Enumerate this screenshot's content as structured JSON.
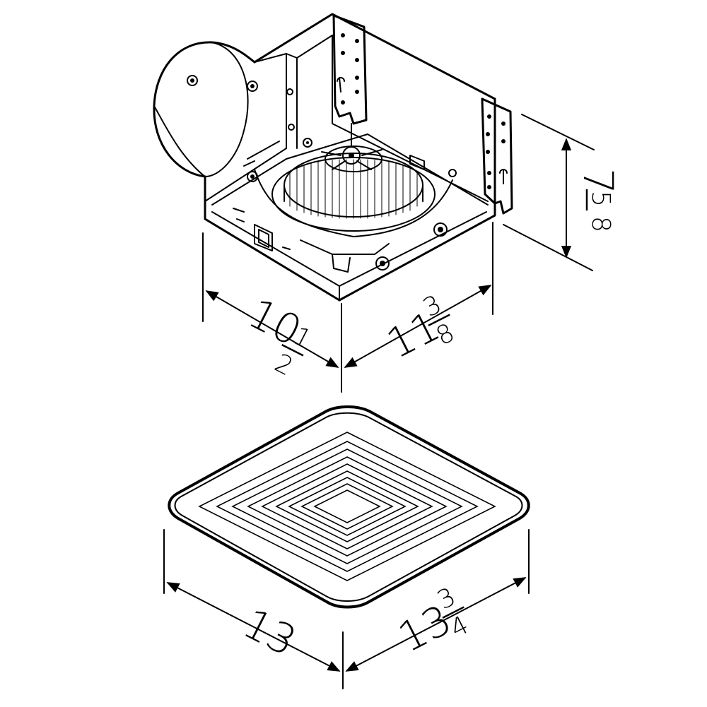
{
  "colors": {
    "ink": "#000000",
    "paper": "#ffffff",
    "shade": "#d9d9d9"
  },
  "housing": {
    "depth": {
      "whole": "10",
      "numerator": "1",
      "denominator": "2"
    },
    "width": {
      "whole": "11",
      "numerator": "3",
      "denominator": "8"
    },
    "height": {
      "whole": "7",
      "numerator": "5",
      "denominator": "8"
    }
  },
  "grille": {
    "depth": {
      "whole": "13"
    },
    "width": {
      "whole": "13",
      "numerator": "3",
      "denominator": "4"
    }
  }
}
